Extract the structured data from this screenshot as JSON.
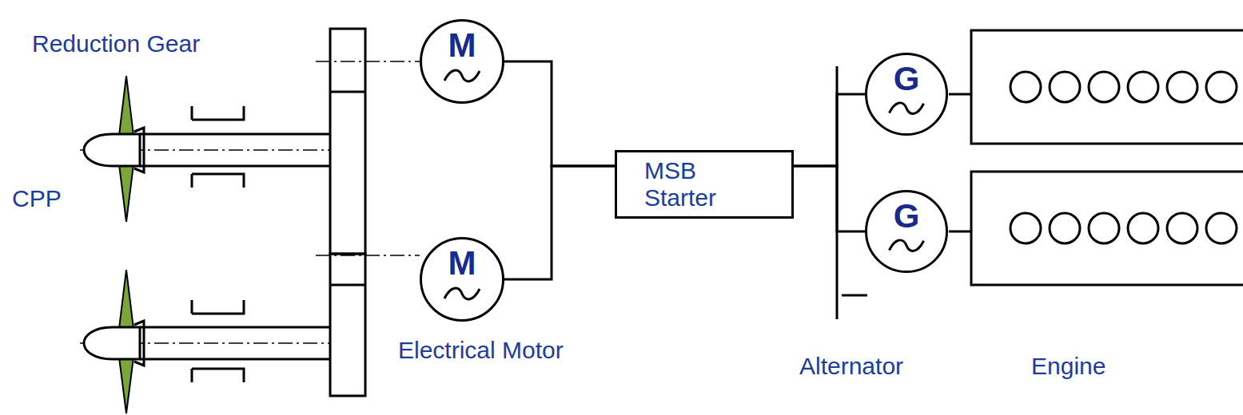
{
  "diagram": {
    "nodes": [
      {
        "text": [
          "M"
        ]
      },
      {
        "text": [
          "M"
        ]
      },
      {
        "text": [
          "MSB Starter"
        ]
      },
      {
        "text": [
          "G"
        ]
      },
      {
        "text": [
          "G"
        ]
      }
    ],
    "edges": [
      {
        "from": 0,
        "to": 2,
        "arrow": "none"
      },
      {
        "from": 1,
        "to": 2,
        "arrow": "none"
      },
      {
        "from": 2,
        "to": 3,
        "arrow": "none"
      },
      {
        "from": 2,
        "to": 4,
        "arrow": "none"
      }
    ],
    "labels": [
      "Reduction Gear",
      "CPP",
      "Electrical Motor",
      "Alternator",
      "Engine"
    ]
  }
}
